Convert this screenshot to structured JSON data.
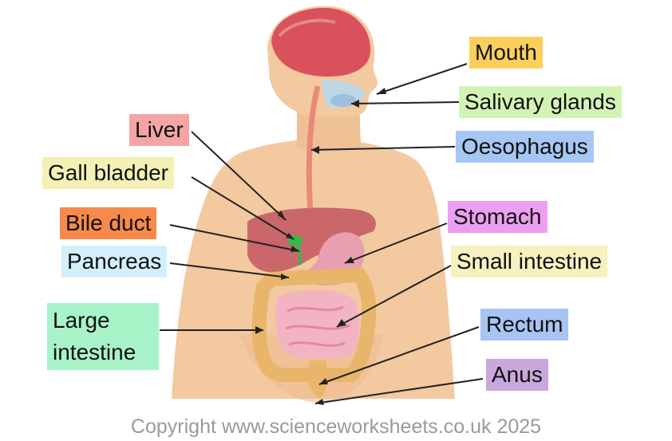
{
  "labels": {
    "mouth": "Mouth",
    "salivary_glands": "Salivary glands",
    "oesophagus": "Oesophagus",
    "liver": "Liver",
    "gall_bladder": "Gall bladder",
    "bile_duct": "Bile duct",
    "pancreas": "Pancreas",
    "stomach": "Stomach",
    "small_intestine": "Small intestine",
    "large_intestine": "Large intestine",
    "rectum": "Rectum",
    "anus": "Anus"
  },
  "colors": {
    "mouth": "#fbcf5d",
    "salivary_glands": "#d3f3b5",
    "oesophagus": "#a6c6f3",
    "liver": "#f3a5a5",
    "gall_bladder": "#f5f0b5",
    "bile_duct": "#f7894a",
    "pancreas": "#d2f0fa",
    "stomach": "#ec9ff0",
    "small_intestine": "#f6f1bf",
    "large_intestine": "#a8f3c8",
    "rectum": "#a8c4f3",
    "anus": "#c8a8dc",
    "skin": "#f3c9a0",
    "skin_dark": "#e8b185",
    "brain": "#d9515b",
    "liver_organ": "#c9676a",
    "stomach_organ": "#e8a0b0",
    "intestine_small": "#f2b3c3",
    "intestine_large": "#e8b56a"
  },
  "copyright": "Copyright www.scienceworksheets.co.uk 2025"
}
